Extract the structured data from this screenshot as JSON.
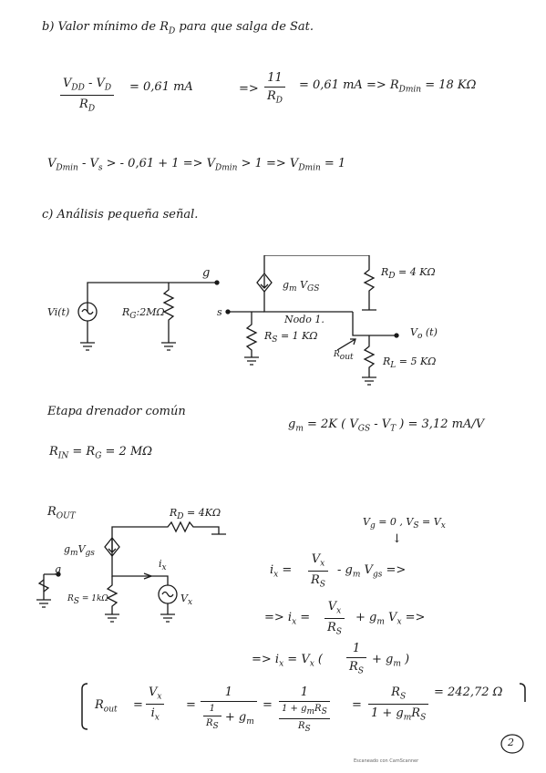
{
  "section_b": {
    "title": "b)  Valor mínimo de  R",
    "title_sub": "D",
    "title_end": "  para que salga de Sat.",
    "eq1_num": "V",
    "eq1_num_sub1": "DD",
    "eq1_num_mid": " - V",
    "eq1_num_sub2": "D",
    "eq1_den": "R",
    "eq1_den_sub": "D",
    "eq1_rhs": "= 0,61 mA",
    "eq2_arrow": "=>",
    "eq2_num": "11",
    "eq2_den": "R",
    "eq2_den_sub": "D",
    "eq2_rhs": "= 0,61 mA => R",
    "eq2_rhs_sub": "Dmin",
    "eq2_rhs_end": " = 18 KΩ",
    "eq3": "V",
    "eq3_sub1": "Dmin",
    "eq3_mid": " - V",
    "eq3_sub2": "s",
    "eq3_end": "  >  - 0,61 + 1  =>  V",
    "eq3_sub3": "Dmin",
    "eq3_end2": " > 1  =>  V",
    "eq3_sub4": "Dmin",
    "eq3_end3": " = 1"
  },
  "section_c": {
    "title": "c)  Análisis  pequeña  señal.",
    "circuit1": {
      "vi_label": "Vi(t)",
      "rg_label": "R",
      "rg_sub": "G",
      "rg_value": ":2MΩ",
      "g_label": "g",
      "s_label": "s",
      "gm_label": "g",
      "gm_sub": "m",
      "gm_v": " V",
      "gm_vsub": "GS",
      "nodo_label": "Nodo 1.",
      "rs_label": "R",
      "rs_sub": "S",
      "rs_value": " = 1 KΩ",
      "rd_label": "R",
      "rd_sub": "D",
      "rd_value": " = 4 KΩ",
      "vo_label": "V",
      "vo_sub": "o",
      "vo_end": " (t)",
      "rout_label": "R",
      "rout_sub": "out",
      "rl_label": "R",
      "rl_sub": "L",
      "rl_value": " = 5 KΩ"
    },
    "stage_title": "Etapa  drenador  común",
    "gm_eq": "g",
    "gm_eq_sub": "m",
    "gm_eq_mid": " = 2K ( V",
    "gm_eq_sub2": "GS",
    "gm_eq_mid2": " - V",
    "gm_eq_sub3": "T",
    "gm_eq_end": " )  =  3,12 mA/V",
    "rin_eq": "R",
    "rin_sub": "IN",
    "rin_mid": " = R",
    "rin_sub2": "G",
    "rin_end": "  =  2 MΩ"
  },
  "section_rout": {
    "title": "R",
    "title_sub": "OUT",
    "circuit2": {
      "rd_label": "R",
      "rd_sub": "D",
      "rd_value": " = 4KΩ",
      "gm_label": "g",
      "gm_sub": "m",
      "gm_v": "V",
      "gm_vsub": "gs",
      "g_label": "g",
      "ix_label": "i",
      "ix_sub": "x",
      "rs_label": "R",
      "rs_sub": "S",
      "rs_value": " = 1kΩ",
      "vx_label": "V",
      "vx_sub": "x"
    },
    "cond": "V",
    "cond_sub1": "g",
    "cond_mid": " = 0 ,   V",
    "cond_sub2": "S",
    "cond_mid2": " = V",
    "cond_sub3": "x",
    "cond_arrow": "↓",
    "l1_lhs": "i",
    "l1_lhs_sub": "x",
    "l1_eq": " = ",
    "l1_num": "V",
    "l1_num_sub": "x",
    "l1_den": "R",
    "l1_den_sub": "S",
    "l1_end": " - g",
    "l1_end_sub": "m",
    "l1_end2": " V",
    "l1_end_sub2": "gs",
    "l1_arrow": " =>",
    "l2_pre": "=>  i",
    "l2_pre_sub": "x",
    "l2_eq": " = ",
    "l2_num": "V",
    "l2_num_sub": "x",
    "l2_den": "R",
    "l2_den_sub": "S",
    "l2_end": " + g",
    "l2_end_sub": "m",
    "l2_end2": " V",
    "l2_end_sub2": "x",
    "l2_arrow": " =>",
    "l3_pre": "=>  i",
    "l3_pre_sub": "x",
    "l3_mid": " = V",
    "l3_mid_sub": "x",
    "l3_paren_open": " ( ",
    "l3_num": "1",
    "l3_den": "R",
    "l3_den_sub": "S",
    "l3_end": " + g",
    "l3_end_sub": "m",
    "l3_paren_close": " )",
    "final_lhs": "R",
    "final_lhs_sub": "out",
    "final_eq1": "=",
    "final_f1_num": "V",
    "final_f1_num_sub": "x",
    "final_f1_den": "i",
    "final_f1_den_sub": "x",
    "final_eq2": "=",
    "final_f2_num": "1",
    "final_f2_den_num": "1",
    "final_f2_den_den": "R",
    "final_f2_den_den_sub": "S",
    "final_f2_den_end": " + g",
    "final_f2_den_end_sub": "m",
    "final_eq3": "=",
    "final_f3_num": "1",
    "final_f3_den_num": "1 + g",
    "final_f3_den_num_sub": "m",
    "final_f3_den_num_end": "R",
    "final_f3_den_num_sub2": "S",
    "final_f3_den_den": "R",
    "final_f3_den_den_sub": "S",
    "final_eq4": "=",
    "final_f4_num": "R",
    "final_f4_num_sub": "S",
    "final_f4_den": "1 + g",
    "final_f4_den_sub": "m",
    "final_f4_den_end": "R",
    "final_f4_den_sub2": "S",
    "final_result": "= 242,72 Ω"
  },
  "page_number": "2",
  "footer": "Escaneado con CamScanner"
}
